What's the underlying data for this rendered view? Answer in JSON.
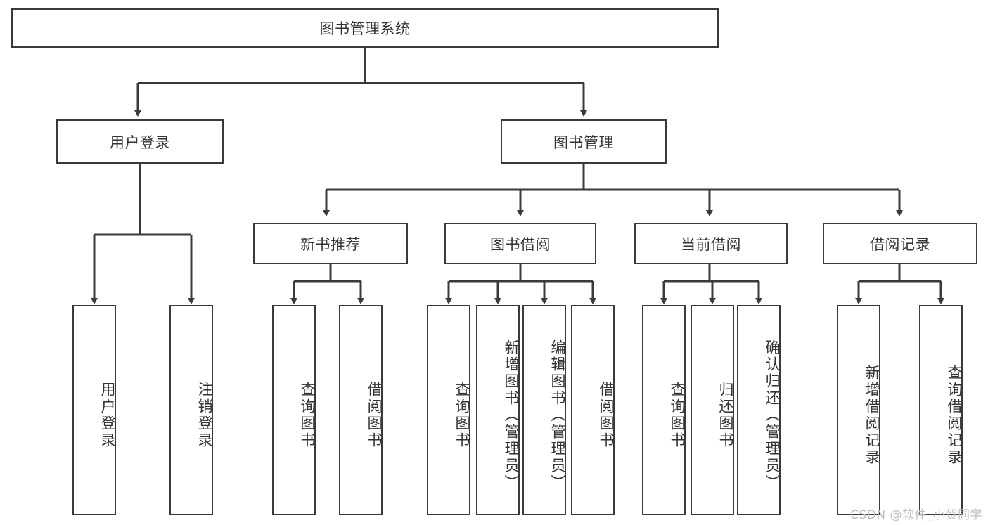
{
  "diagram": {
    "type": "tree-hierarchy",
    "title_node": {
      "label": "图书管理系统"
    },
    "level2": [
      {
        "label": "用户登录"
      },
      {
        "label": "图书管理"
      }
    ],
    "level3": [
      {
        "label": "新书推荐"
      },
      {
        "label": "图书借阅"
      },
      {
        "label": "当前借阅"
      },
      {
        "label": "借阅记录"
      }
    ],
    "leaves": {
      "user_login": [
        {
          "label": "用户登录"
        },
        {
          "label": "注销登录"
        }
      ],
      "new_book_recommend": [
        {
          "label": "查询图书"
        },
        {
          "label": "借阅图书"
        }
      ],
      "book_borrow": [
        {
          "label": "查询图书"
        },
        {
          "label": "新增图书（管理员）"
        },
        {
          "label": "编辑图书（管理员）"
        },
        {
          "label": "借阅图书"
        }
      ],
      "current_borrow": [
        {
          "label": "查询图书"
        },
        {
          "label": "归还图书"
        },
        {
          "label": "确认归还（管理员）"
        }
      ],
      "borrow_record": [
        {
          "label": "新增借阅记录"
        },
        {
          "label": "查询借阅记录"
        }
      ]
    },
    "watermark": "CSDN @软件_小贺同学",
    "colors": {
      "stroke": "#3a3a3a",
      "text": "#333333",
      "background": "#ffffff",
      "watermark": "#bdbdbd"
    }
  }
}
